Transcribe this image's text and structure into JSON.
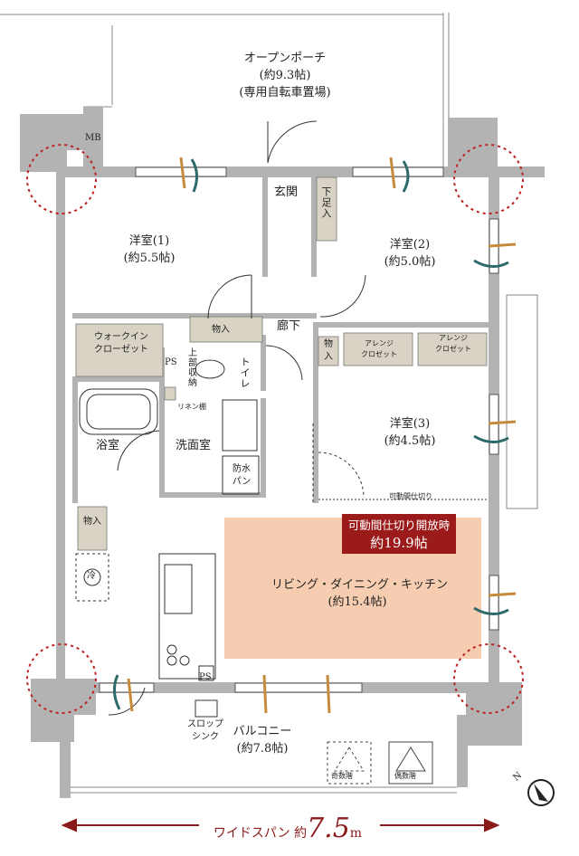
{
  "rooms": {
    "porch": {
      "name": "オープンポーチ",
      "area": "(約9.3帖)",
      "note": "(専用自転車置場)"
    },
    "mb": "MB",
    "entrance": "玄関",
    "shoe_storage": "下足入",
    "western1": {
      "name": "洋室(1)",
      "area": "(約5.5帖)"
    },
    "western2": {
      "name": "洋室(2)",
      "area": "(約5.0帖)"
    },
    "western3": {
      "name": "洋室(3)",
      "area": "(約4.5帖)"
    },
    "storage1": "物入",
    "storage2": "物入",
    "storage3": "物入",
    "hallway": "廊下",
    "walkin": {
      "line1": "ウォークイン",
      "line2": "クローゼット"
    },
    "ps1": "PS",
    "ps2": "PS",
    "upper_storage": "上部収納",
    "toilet": "トイレ",
    "arrange1": {
      "line1": "アレンジ",
      "line2": "クロゼット"
    },
    "arrange2": {
      "line1": "アレンジ",
      "line2": "クロゼット"
    },
    "linen": "リネン棚",
    "bath": "浴室",
    "washroom": "洗面室",
    "waterproof_pan": {
      "line1": "防水",
      "line2": "パン"
    },
    "partition": "可動間仕切り",
    "fridge": "冷",
    "ldk": {
      "name": "リビング・ダイニング・キッチン",
      "area": "(約15.4帖)"
    },
    "balcony": {
      "name": "バルコニー",
      "area": "(約7.8帖)"
    },
    "slop_sink": {
      "line1": "スロップ",
      "line2": "シンク"
    },
    "odd_floor": "奇数階",
    "even_floor": "偶数階"
  },
  "badge": {
    "line1": "可動間仕切り開放時",
    "line2": "約19.9帖"
  },
  "span": {
    "prefix": "ワイドスパン 約",
    "value": "7.5",
    "unit": "m"
  },
  "compass": "N",
  "colors": {
    "wall": "#b3b3b3",
    "storage": "#d9d3c6",
    "ldk": "#f6cdb0",
    "badge": "#9b1b1b",
    "accent": "#8b1a1a"
  }
}
